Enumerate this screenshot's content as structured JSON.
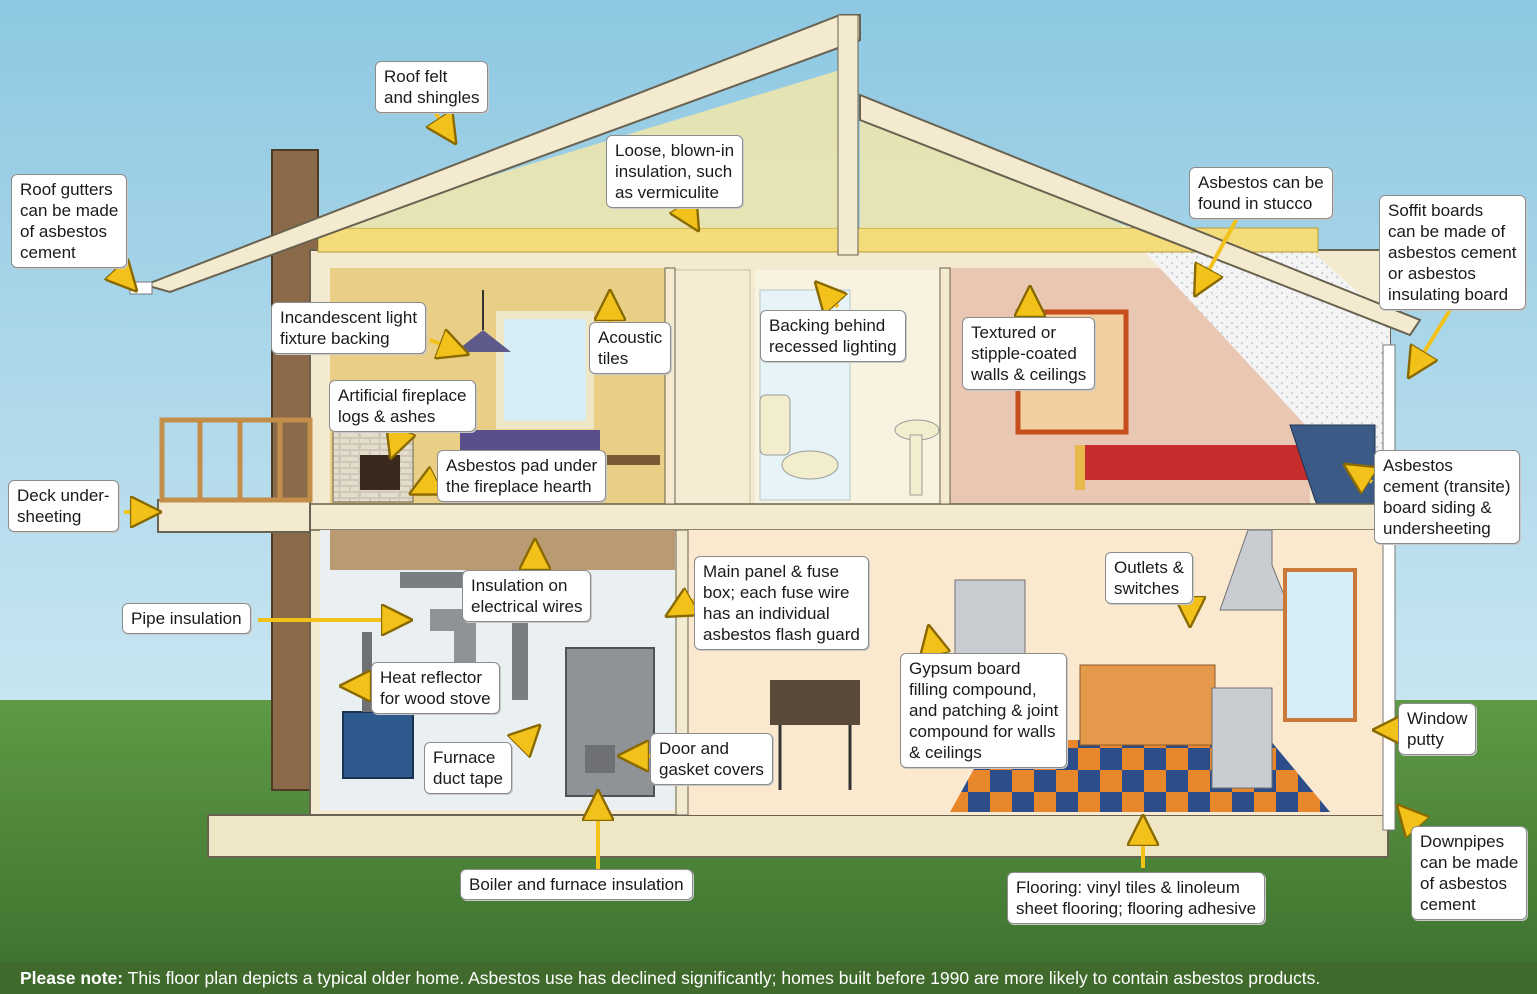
{
  "labels": {
    "roof_felt": "Roof felt\nand shingles",
    "loose_insulation": "Loose, blown-in\ninsulation, such\nas vermiculite",
    "stucco": "Asbestos can be\nfound in stucco",
    "roof_gutters": "Roof gutters\ncan be made\nof asbestos\ncement",
    "soffit": "Soffit boards\ncan be made of\nasbestos cement\nor asbestos\ninsulating board",
    "incandescent": "Incandescent light\nfixture backing",
    "acoustic": "Acoustic\ntiles",
    "recessed": "Backing behind\nrecessed lighting",
    "textured": "Textured or\nstipple-coated\nwalls & ceilings",
    "fireplace_logs": "Artificial fireplace\nlogs & ashes",
    "hearth_pad": "Asbestos pad under\nthe fireplace hearth",
    "siding": "Asbestos\ncement (transite)\nboard siding &\nundersheeting",
    "deck": "Deck under-\nsheeting",
    "main_panel": "Main panel & fuse\nbox; each fuse wire\nhas an individual\nasbestos flash guard",
    "outlets": "Outlets &\nswitches",
    "wire_insulation": "Insulation on\nelectrical wires",
    "pipe_insulation": "Pipe insulation",
    "gypsum": "Gypsum board\nfilling compound,\nand patching & joint\ncompound for walls\n& ceilings",
    "heat_reflector": "Heat reflector\nfor wood stove",
    "window_putty": "Window\nputty",
    "duct_tape": "Furnace\nduct tape",
    "door_gasket": "Door and\ngasket covers",
    "downpipes": "Downpipes\ncan be made\nof asbestos\ncement",
    "boiler": "Boiler and furnace insulation",
    "flooring": "Flooring: vinyl tiles & linoleum\nsheet flooring; flooring adhesive"
  },
  "note": {
    "prefix": "Please note:",
    "text": " This floor plan depicts a typical older home. Asbestos use has declined significantly; homes built before 1990 are more likely to contain asbestos products."
  },
  "colors": {
    "sky": "#9fd0e6",
    "grass": "#4f8a3c",
    "note_bar": "#3f6a2c",
    "arrow": "#f2c21b",
    "wall_frame": "#f3ead0",
    "insulation": "#f5dc7a"
  }
}
